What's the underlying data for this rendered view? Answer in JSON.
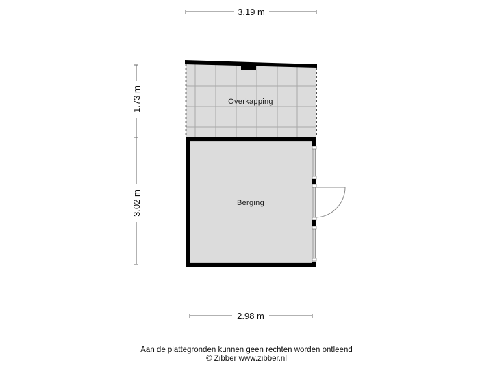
{
  "dimensions": {
    "top_width": "3.19 m",
    "bottom_width": "2.98 m",
    "left_upper_height": "1.73 m",
    "left_lower_height": "3.02 m"
  },
  "rooms": [
    {
      "name": "Overkapping",
      "type": "covered-area"
    },
    {
      "name": "Berging",
      "type": "storage"
    }
  ],
  "footer": {
    "disclaimer": "Aan de plattegronden kunnen geen rechten worden ontleend",
    "copyright": "© Zibber www.zibber.nl"
  },
  "colors": {
    "floor_fill": "#dcdcdc",
    "wall": "#000000",
    "grid_line": "#a8a8a8",
    "dim_line": "#666666",
    "door_arc": "#888888"
  }
}
